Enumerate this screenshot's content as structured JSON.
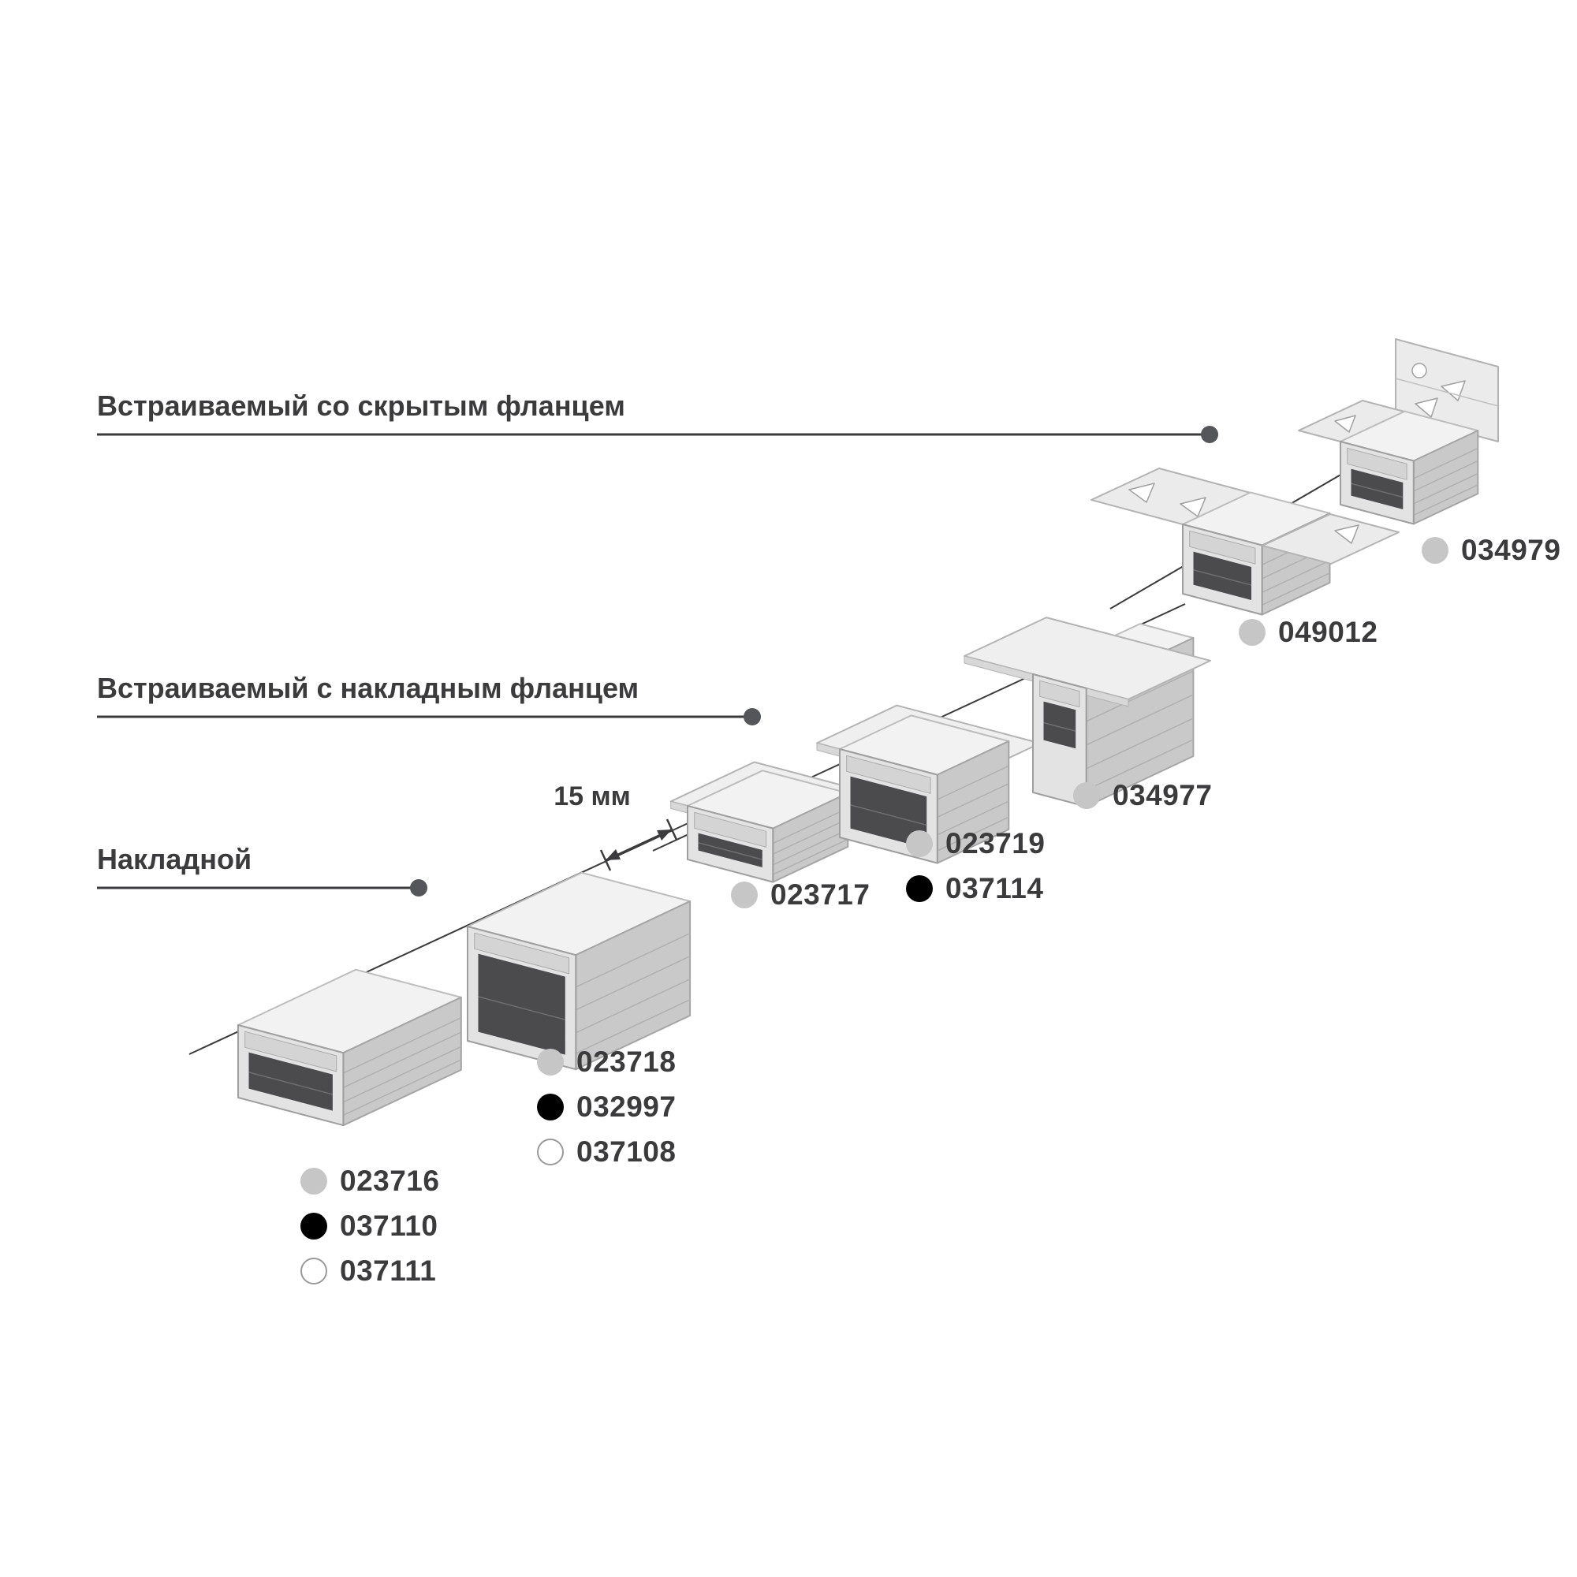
{
  "categories": [
    {
      "id": "recessed-hidden-flange",
      "label": "Встраиваемый со скрытым фланцем"
    },
    {
      "id": "recessed-surface-flange",
      "label": "Встраиваемый с накладным фланцем"
    },
    {
      "id": "surface-mounted",
      "label": "Накладной"
    }
  ],
  "dimension_label": "15 мм",
  "products": [
    {
      "group": "surface-low-profile",
      "codes": [
        {
          "code": "023716",
          "variant": "gray"
        },
        {
          "code": "037110",
          "variant": "black"
        },
        {
          "code": "037111",
          "variant": "white"
        }
      ]
    },
    {
      "group": "surface-high-profile",
      "codes": [
        {
          "code": "023718",
          "variant": "gray"
        },
        {
          "code": "032997",
          "variant": "black"
        },
        {
          "code": "037108",
          "variant": "white"
        }
      ]
    },
    {
      "group": "recessed-low-profile",
      "codes": [
        {
          "code": "023717",
          "variant": "gray"
        }
      ]
    },
    {
      "group": "recessed-high-profile",
      "codes": [
        {
          "code": "023719",
          "variant": "gray"
        },
        {
          "code": "037114",
          "variant": "black"
        }
      ]
    },
    {
      "group": "recessed-deep-profile",
      "codes": [
        {
          "code": "034977",
          "variant": "gray"
        }
      ]
    },
    {
      "group": "hidden-flange-profile",
      "codes": [
        {
          "code": "049012",
          "variant": "gray"
        }
      ]
    },
    {
      "group": "hidden-flange-corner-profile",
      "codes": [
        {
          "code": "034979",
          "variant": "gray"
        }
      ]
    }
  ],
  "colors": {
    "text": "#3b3b3d",
    "line": "#3b3b3d",
    "dot_gray": "#c6c6c6",
    "dot_black": "#000000",
    "dot_white": "#ffffff"
  }
}
